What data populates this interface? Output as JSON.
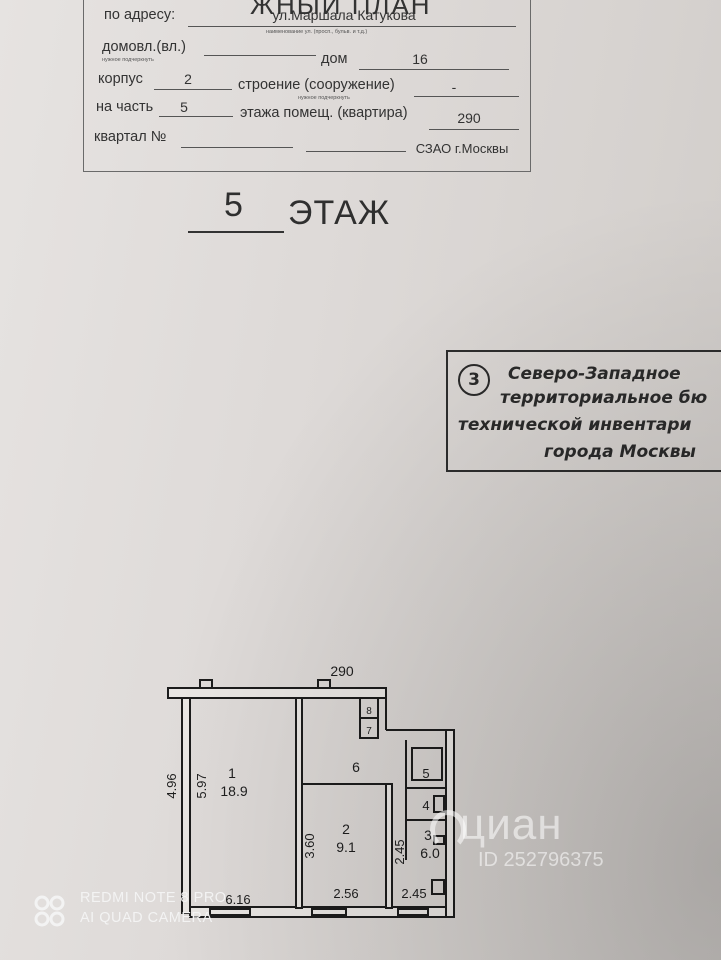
{
  "header": {
    "title_fragment": "ЖНЫЙ ПЛАН"
  },
  "address": {
    "address_label": "по адресу:",
    "street_value": "ул.Маршала Катукова",
    "street_hint": "наименование ул. (просп., бульв. и т.д.)",
    "domovl_label": "домовл.(вл.)",
    "domovl_hint": "нужное подчеркнуть",
    "dom_label": "дом",
    "dom_value": "16",
    "korpus_label": "корпус",
    "korpus_value": "2",
    "stroenie_label": "строение (сооружение)",
    "stroenie_hint": "нужное подчеркнуть",
    "stroenie_value": "-",
    "chast_label": "на часть",
    "chast_value": "5",
    "etazh_label": "этажа помещ. (квартира)",
    "etazh_value": "290",
    "kvartal_label": "квартал №",
    "district_value": "СЗАО г.Москвы"
  },
  "floor": {
    "number": "5",
    "label": "ЭТАЖ"
  },
  "stamp": {
    "number": "3",
    "lines": [
      "Северо-Западное",
      "территориальное бю",
      "технической инвентари",
      "города Москвы"
    ]
  },
  "plan": {
    "apartment_number": "290",
    "rooms": [
      {
        "id": "1",
        "area": "18.9"
      },
      {
        "id": "2",
        "area": "9.1"
      },
      {
        "id": "3",
        "area": "6.0"
      },
      {
        "id": "4",
        "area": ""
      },
      {
        "id": "5",
        "area": ""
      },
      {
        "id": "6",
        "area": ""
      },
      {
        "id": "7",
        "area": ""
      },
      {
        "id": "8",
        "area": ""
      }
    ],
    "dimensions": {
      "outer_left": "4.96",
      "room1_length": "5.97",
      "room1_width": "6.16",
      "room2_length": "3.60",
      "room2_width": "2.56",
      "room3_length": "2.45",
      "room3_width": "2.45"
    }
  },
  "watermark": {
    "brand": "циан",
    "listing_id": "ID 252796375"
  },
  "camera": {
    "model": "REDMI NOTE 8 PRO",
    "label": "AI QUAD CAMERA"
  },
  "colors": {
    "paper": "#e2dfdd",
    "ink": "#2b2b2b"
  }
}
